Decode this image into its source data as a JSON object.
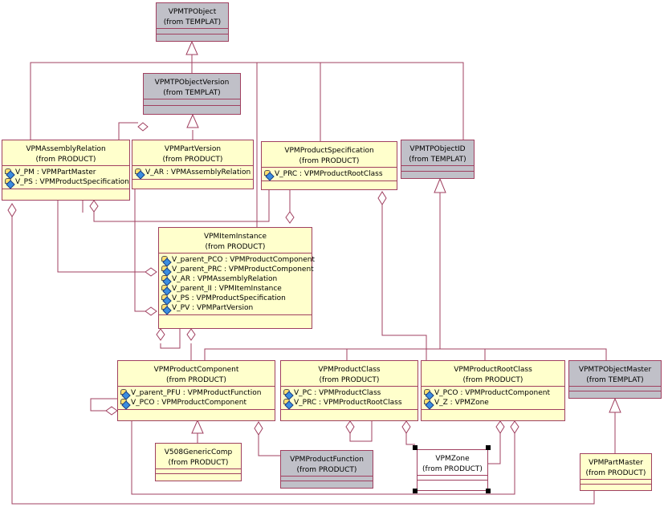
{
  "classes": {
    "vpmtpobject": {
      "name": "VPMTPObject",
      "package": "(from TEMPLAT)",
      "style": "grey"
    },
    "vpmtpobjectversion": {
      "name": "VPMTPObjectVersion",
      "package": "(from TEMPLAT)",
      "style": "grey"
    },
    "vpmassemblyrelation": {
      "name": "VPMAssemblyRelation",
      "package": "(from PRODUCT)",
      "attrs": [
        "V_PM : VPMPartMaster",
        "V_PS : VPMProductSpecification"
      ]
    },
    "vpmpartversion": {
      "name": "VPMPartVersion",
      "package": "(from PRODUCT)",
      "attrs": [
        "V_AR : VPMAssemblyRelation"
      ]
    },
    "vpmproductspecification": {
      "name": "VPMProductSpecification",
      "package": "(from PRODUCT)",
      "attrs": [
        "V_PRC : VPMProductRootClass"
      ]
    },
    "vpmtpobjectid": {
      "name": "VPMTPObjectID",
      "package": "(from TEMPLAT)",
      "style": "grey"
    },
    "vpmiteminstance": {
      "name": "VPMItemInstance",
      "package": "(from PRODUCT)",
      "attrs": [
        "V_parent_PCO : VPMProductComponent",
        "V_parent_PRC : VPMProductComponent",
        "V_AR : VPMAssemblyRelation",
        "V_parent_II : VPMItemInstance",
        "V_PS : VPMProductSpecification",
        "V_PV : VPMPartVersion"
      ]
    },
    "vpmproductcomponent": {
      "name": "VPMProductComponent",
      "package": "(from PRODUCT)",
      "attrs": [
        "V_parent_PFU : VPMProductFunction",
        "V_PCO : VPMProductComponent"
      ]
    },
    "vpmproductclass": {
      "name": "VPMProductClass",
      "package": "(from PRODUCT)",
      "attrs": [
        "V_PC : VPMProductClass",
        "V_PRC : VPMProductRootClass"
      ]
    },
    "vpmproductrootclass": {
      "name": "VPMProductRootClass",
      "package": "(from PRODUCT)",
      "attrs": [
        "V_PCO : VPMProductComponent",
        "V_Z : VPMZone"
      ]
    },
    "vpmtpobjectmaster": {
      "name": "VPMTPObjectMaster",
      "package": "(from TEMPLAT)",
      "style": "grey"
    },
    "v508genericcomp": {
      "name": "V508GenericComp",
      "package": "(from PRODUCT)"
    },
    "vpmproductfunction": {
      "name": "VPMProductFunction",
      "package": "(from PRODUCT)",
      "style": "grey"
    },
    "vpmzone": {
      "name": "VPMZone",
      "package": "(from PRODUCT)"
    },
    "vpmpartmaster": {
      "name": "VPMPartMaster",
      "package": "(from PRODUCT)"
    }
  }
}
